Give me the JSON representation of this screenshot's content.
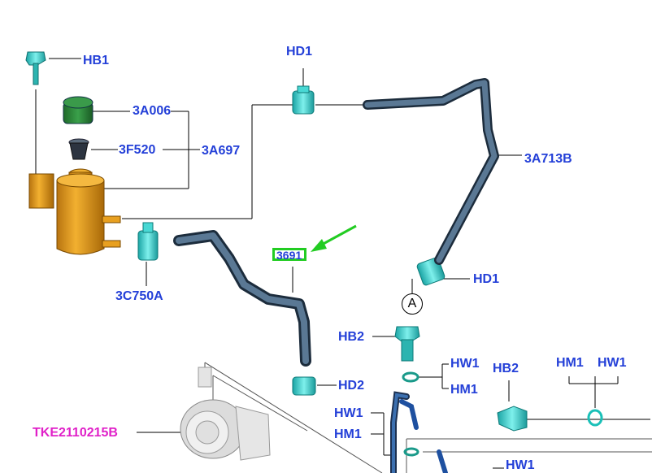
{
  "labels": {
    "hb1": "HB1",
    "hd1_top": "HD1",
    "p3a006": "3A006",
    "p3f520": "3F520",
    "p3a697": "3A697",
    "p3a713b": "3A713B",
    "p3c750a": "3C750A",
    "p3691": "3691",
    "hd1_mid": "HD1",
    "view_a": "A",
    "hb2_left": "HB2",
    "hw1_a": "HW1",
    "hm1_a": "HM1",
    "hd2": "HD2",
    "hb2_right": "HB2",
    "hm1_b": "HM1",
    "hw1_b": "HW1",
    "hw1_c": "HW1",
    "hm1_c": "HM1",
    "hw1_d": "HW1",
    "tke": "TKE2110215B"
  },
  "colors": {
    "label_blue": "#2440d8",
    "reference_magenta": "#e020c8",
    "highlight_green": "#22cc22",
    "hose_dark": "#3e5a78",
    "clamp_cyan": "#38d0cc",
    "reservoir_orange": "#e8a020",
    "cap_green": "#2c8a3a"
  }
}
